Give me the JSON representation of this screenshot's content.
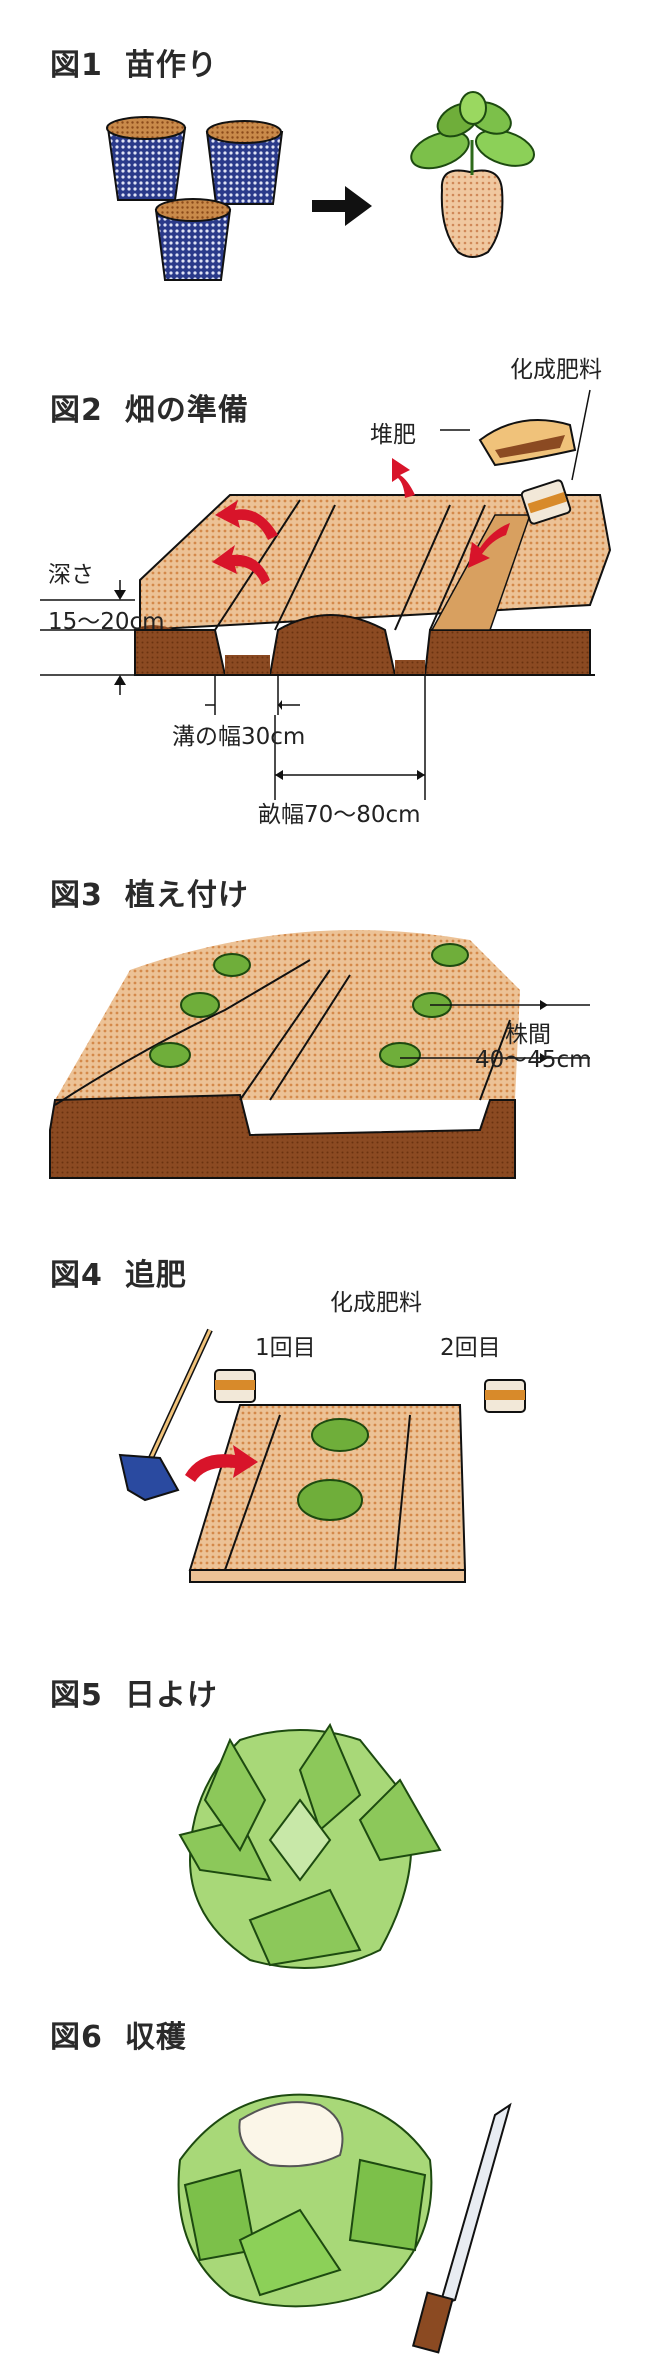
{
  "figures": [
    {
      "num": "図1",
      "title": "苗作り"
    },
    {
      "num": "図2",
      "title": "畑の準備"
    },
    {
      "num": "図3",
      "title": "植え付け"
    },
    {
      "num": "図4",
      "title": "追肥"
    },
    {
      "num": "図5",
      "title": "日よけ"
    },
    {
      "num": "図6",
      "title": "収穫"
    }
  ],
  "fig2": {
    "fertilizer": "化成肥料",
    "compost": "堆肥",
    "depth_label": "深さ",
    "depth_value": "15～20cm",
    "trench_width": "溝の幅30cm",
    "ridge_width": "畝幅70～80cm"
  },
  "fig3": {
    "spacing_label": "株間",
    "spacing_value": "40～45cm"
  },
  "fig4": {
    "fertilizer": "化成肥料",
    "first": "1回目",
    "second": "2回目"
  },
  "colors": {
    "soil_top": "#e8b98a",
    "soil_dark": "#8b4a22",
    "leaf": "#6fae3a",
    "arrow": "#d8142a",
    "pot": "#1e2a66"
  }
}
